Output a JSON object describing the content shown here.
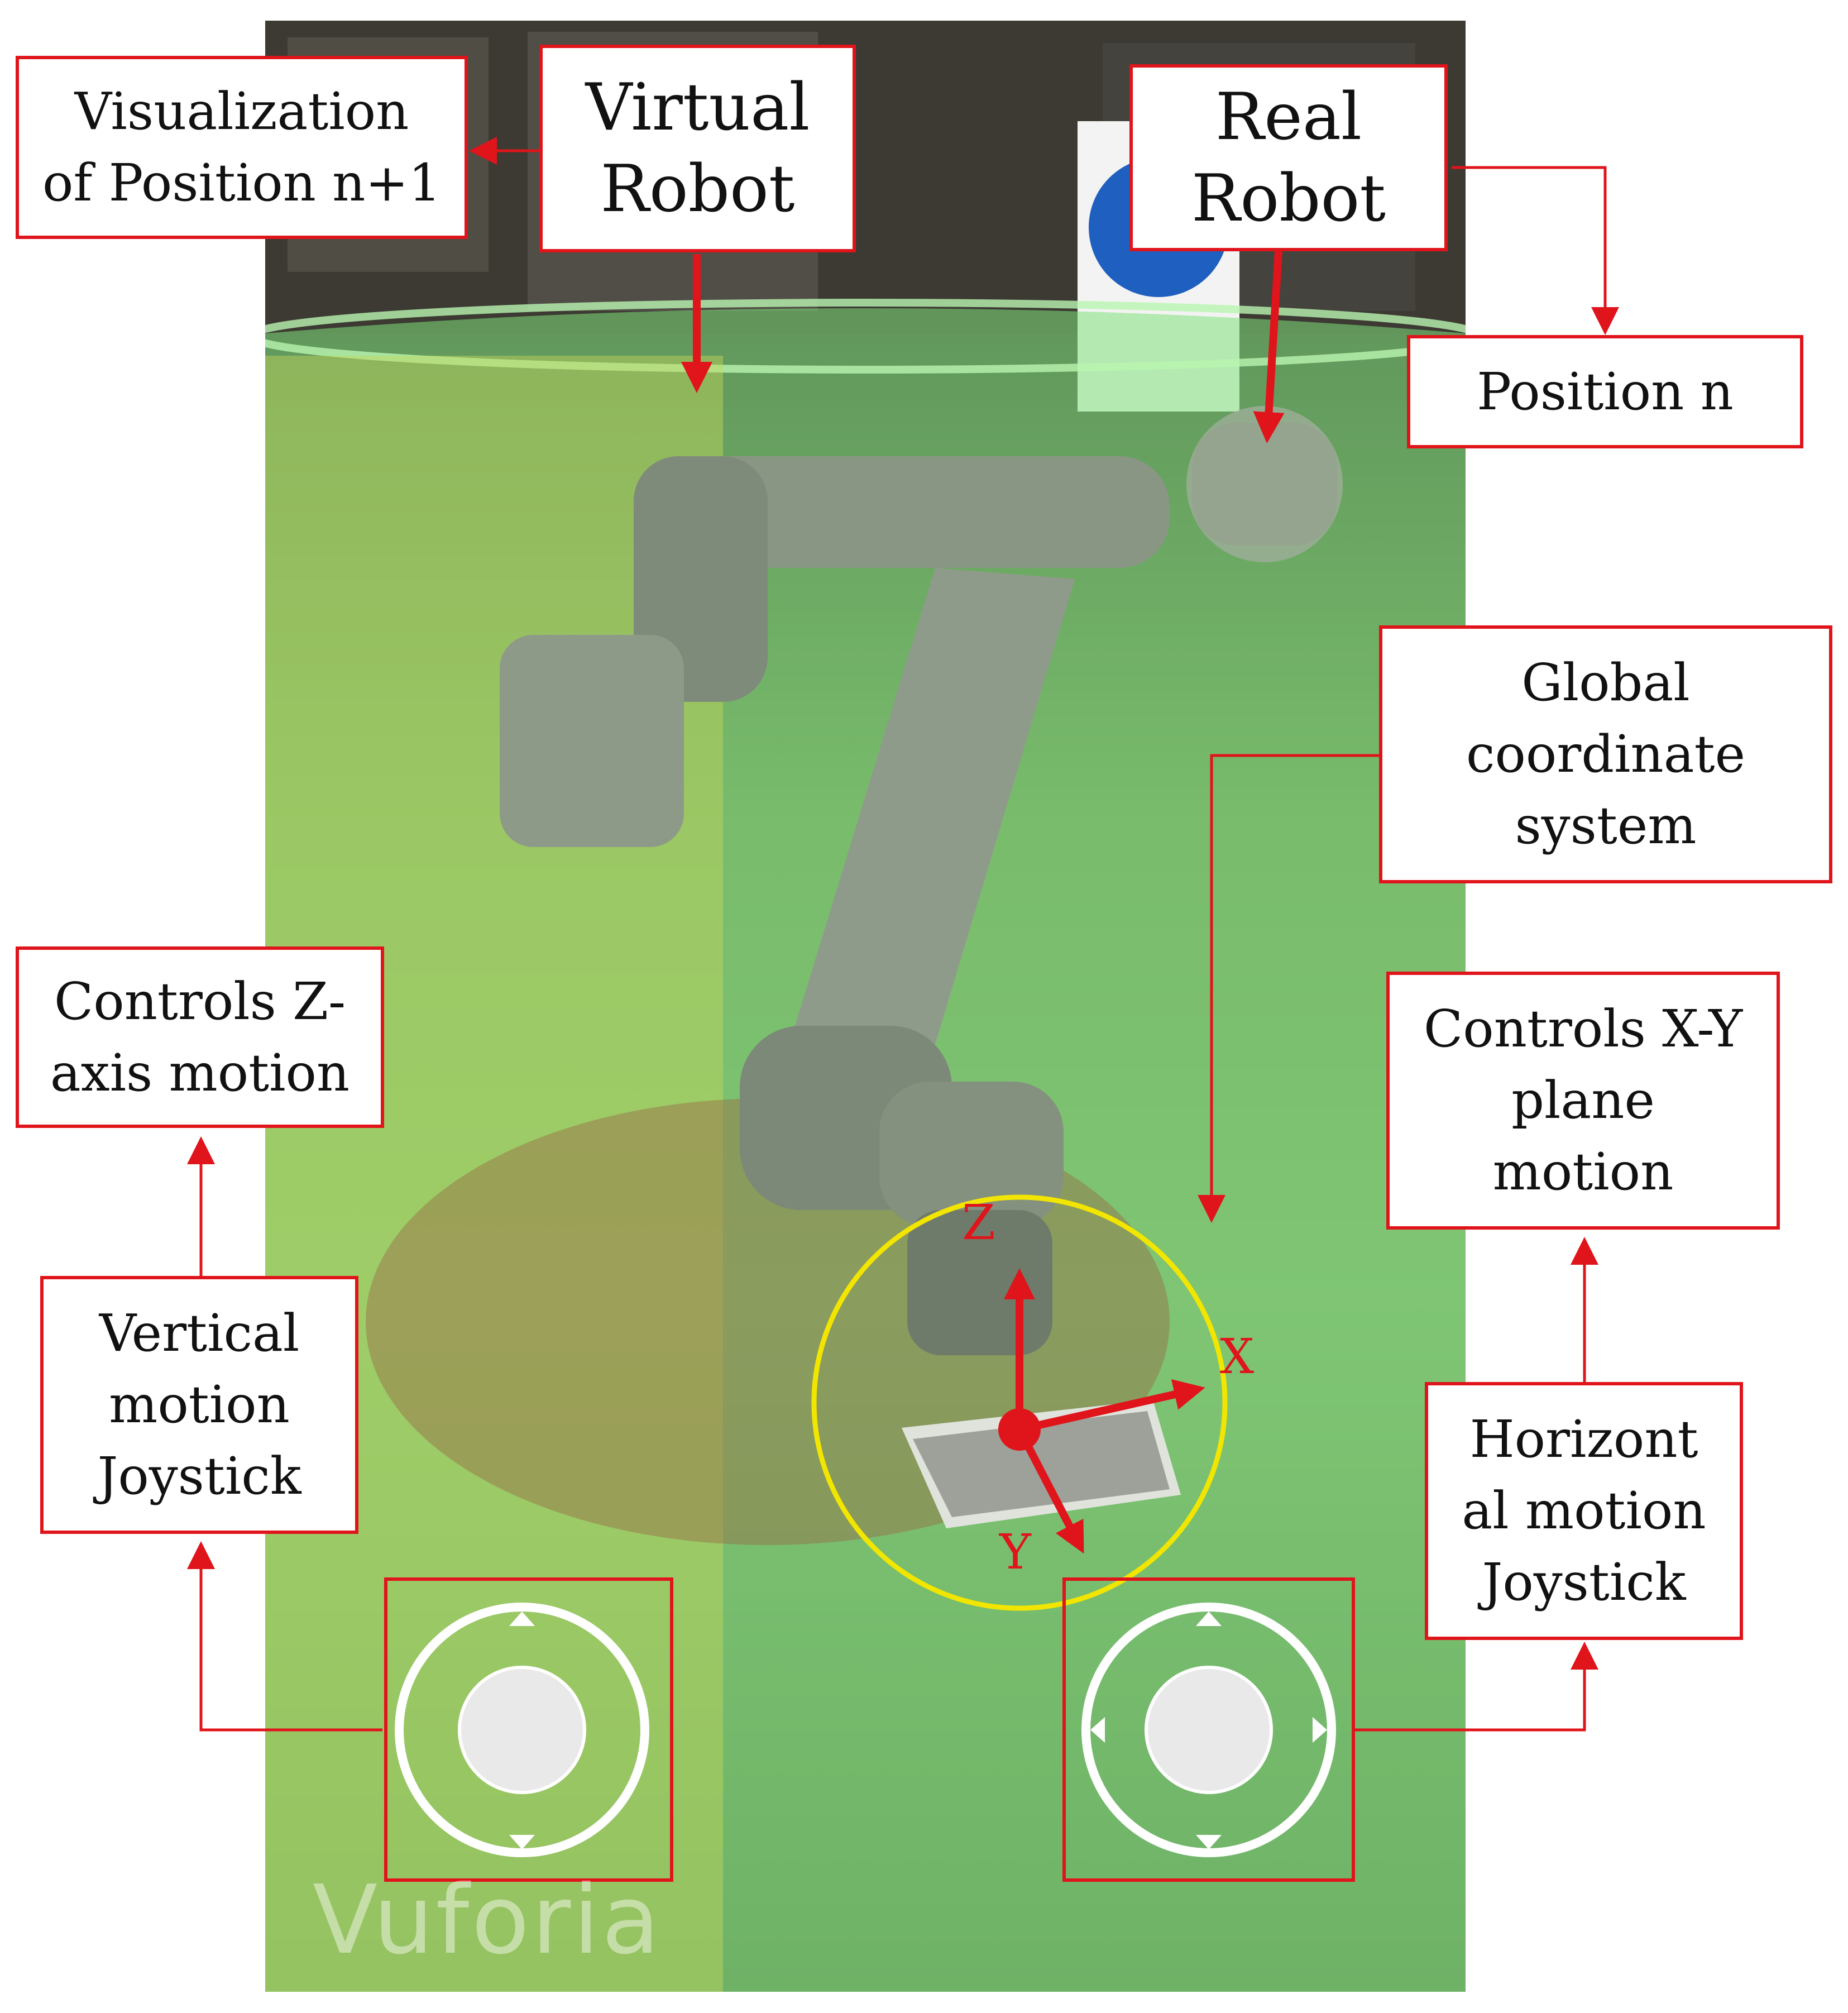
{
  "callouts": {
    "visualization": "Visualization\nof Position n+1",
    "virtual_robot": "Virtual\nRobot",
    "real_robot": "Real\nRobot",
    "position_n": "Position n",
    "global_cs": "Global\ncoordinate\nsystem",
    "controls_z": "Controls Z-\naxis motion",
    "controls_xy": "Controls X-Y\nplane\nmotion",
    "vertical_joystick": "Vertical\nmotion\nJoystick",
    "horizontal_joystick": "Horizont\nal motion\nJoystick"
  },
  "axes": {
    "z": "Z",
    "x": "X",
    "y": "Y"
  },
  "brand": "Vuforia",
  "colors": {
    "callout_border": "#e0141b",
    "arrow": "#e0141b",
    "safety_zone": "#7fe07a",
    "coordinate_ring": "#f2e600",
    "robot": "#8a9684"
  },
  "icons": {
    "vertical_joystick": "joystick-up-down-icon",
    "horizontal_joystick": "joystick-4-way-icon"
  }
}
